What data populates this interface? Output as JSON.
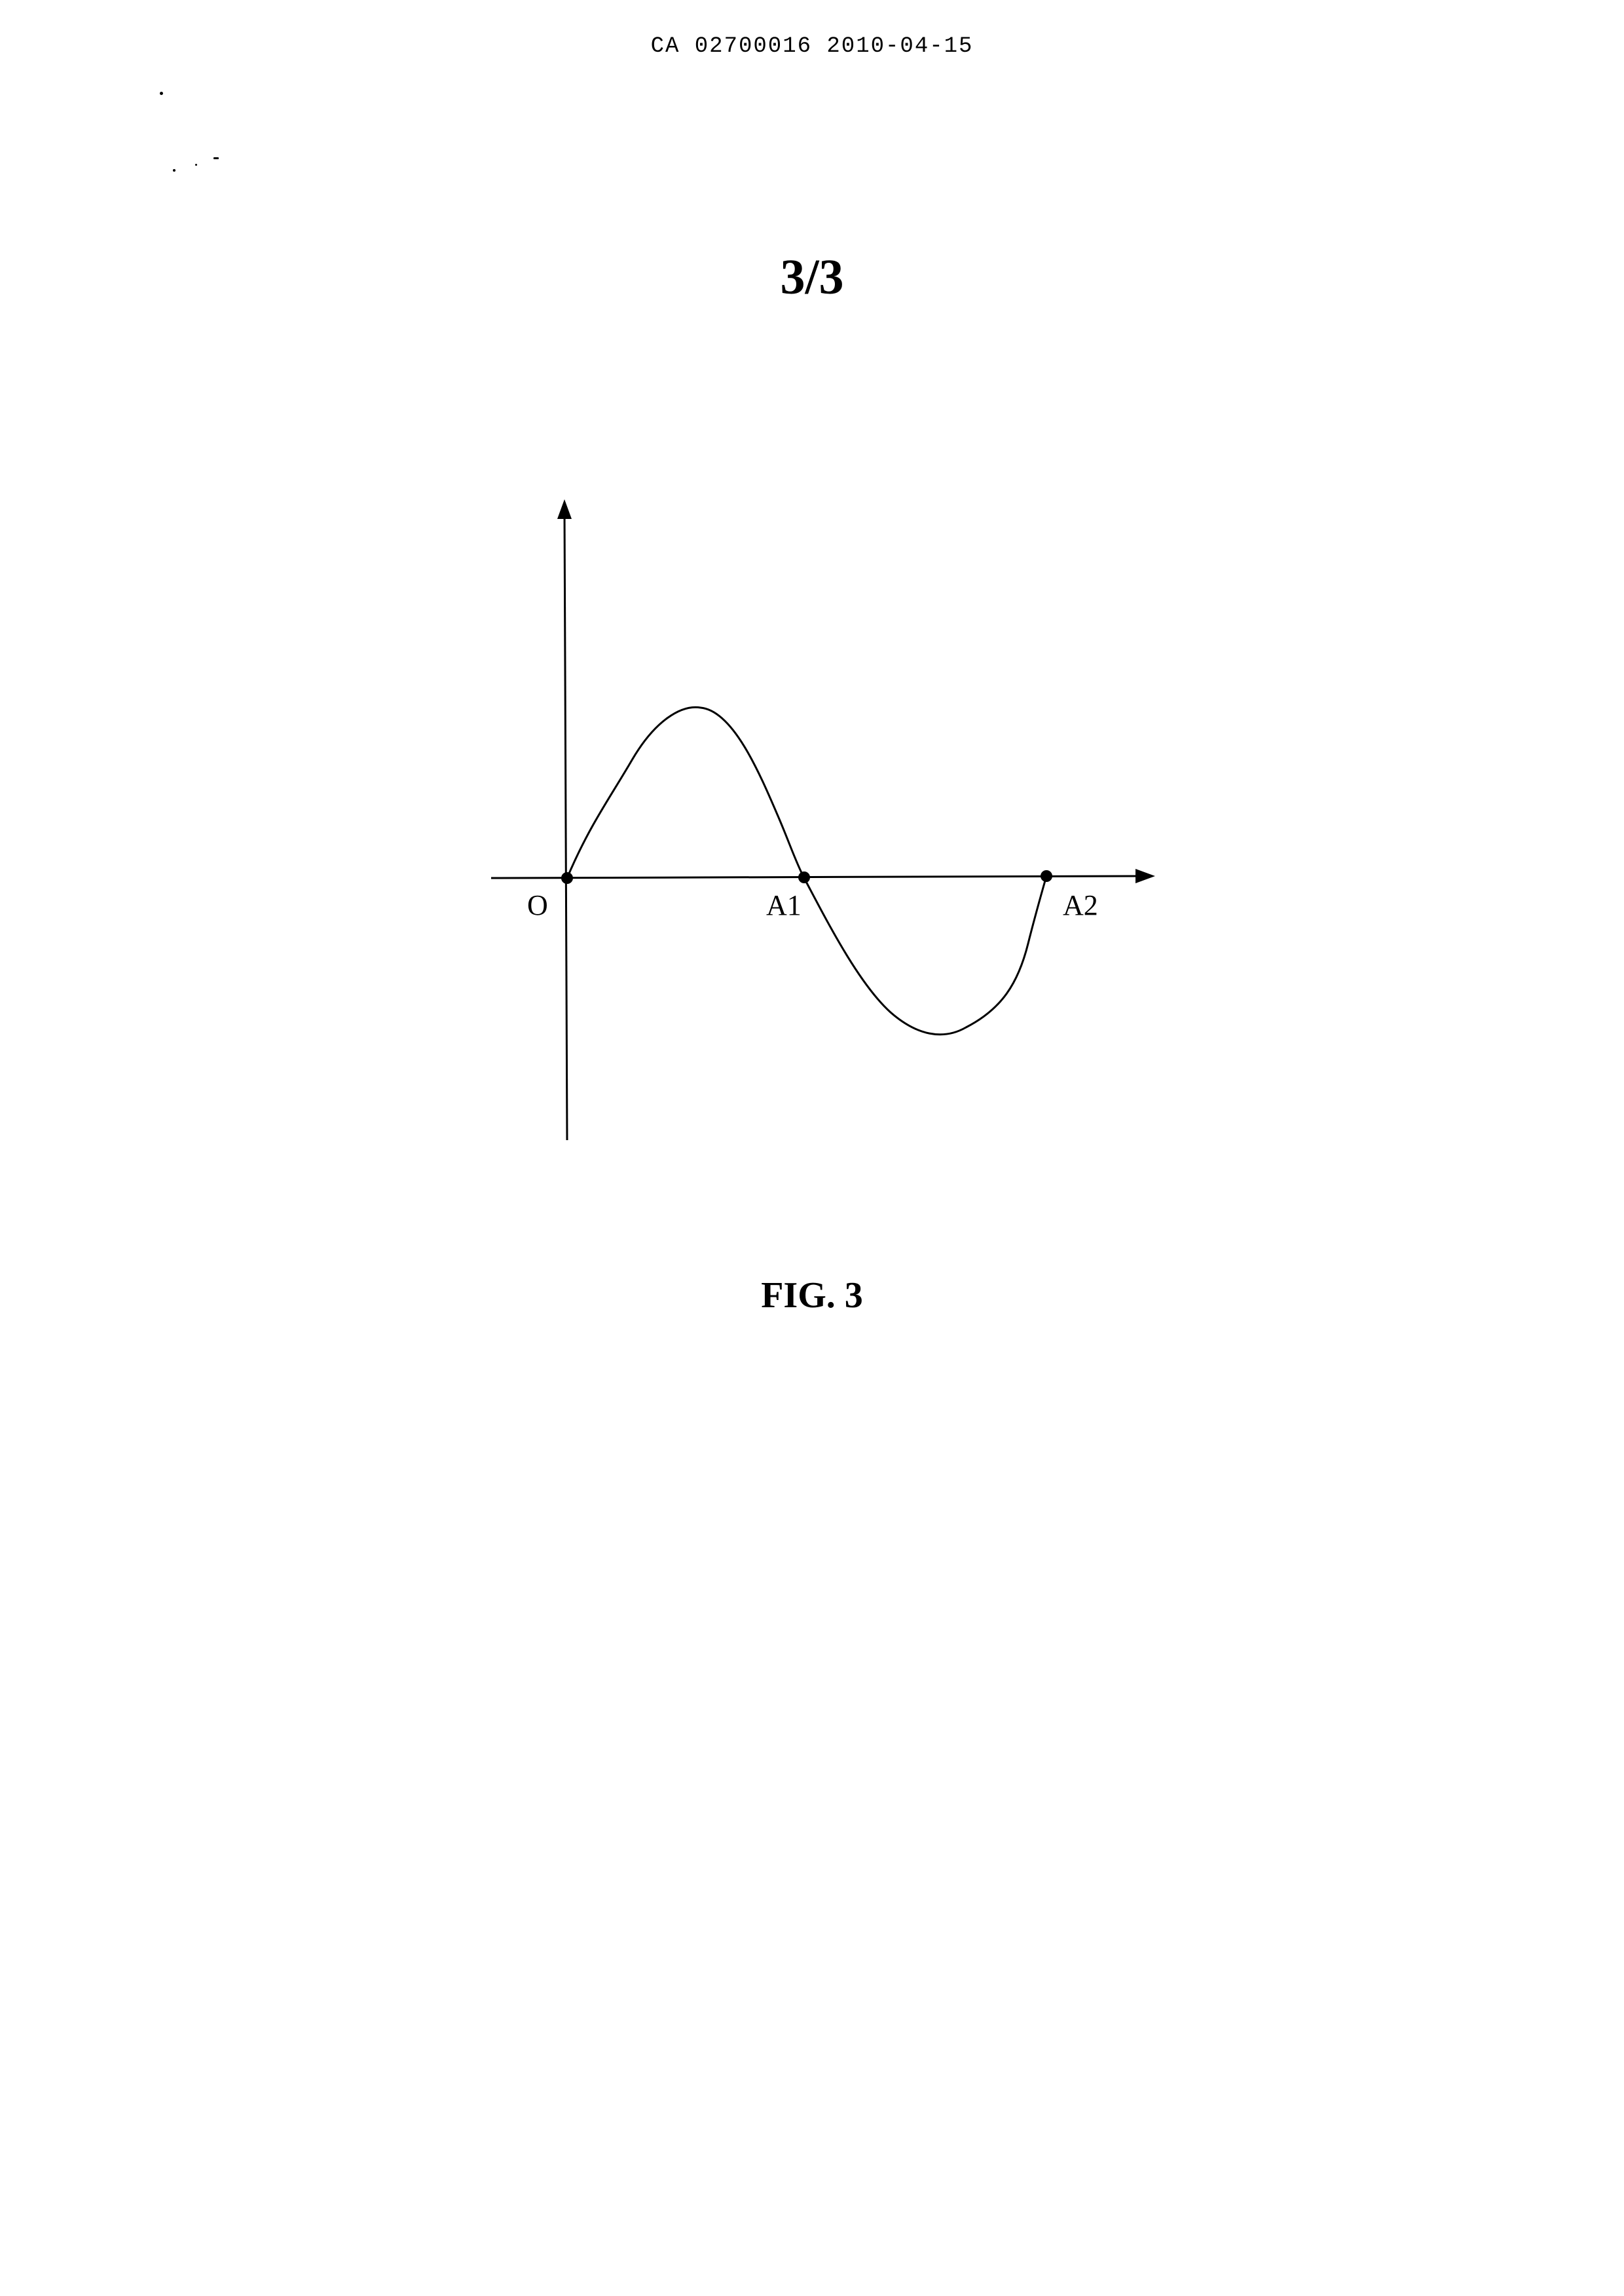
{
  "document": {
    "header": "CA 02700016 2010-04-15",
    "sheet_number": "3/3",
    "caption": "FIG. 3"
  },
  "diagram": {
    "points": [
      {
        "id": "O",
        "label": "O"
      },
      {
        "id": "A1",
        "label": "A1"
      },
      {
        "id": "A2",
        "label": "A2"
      }
    ],
    "curve_description": "one full sine-like period: rises from O, crosses axis at A1, dips below, returns to axis at A2",
    "color": "#000000"
  }
}
